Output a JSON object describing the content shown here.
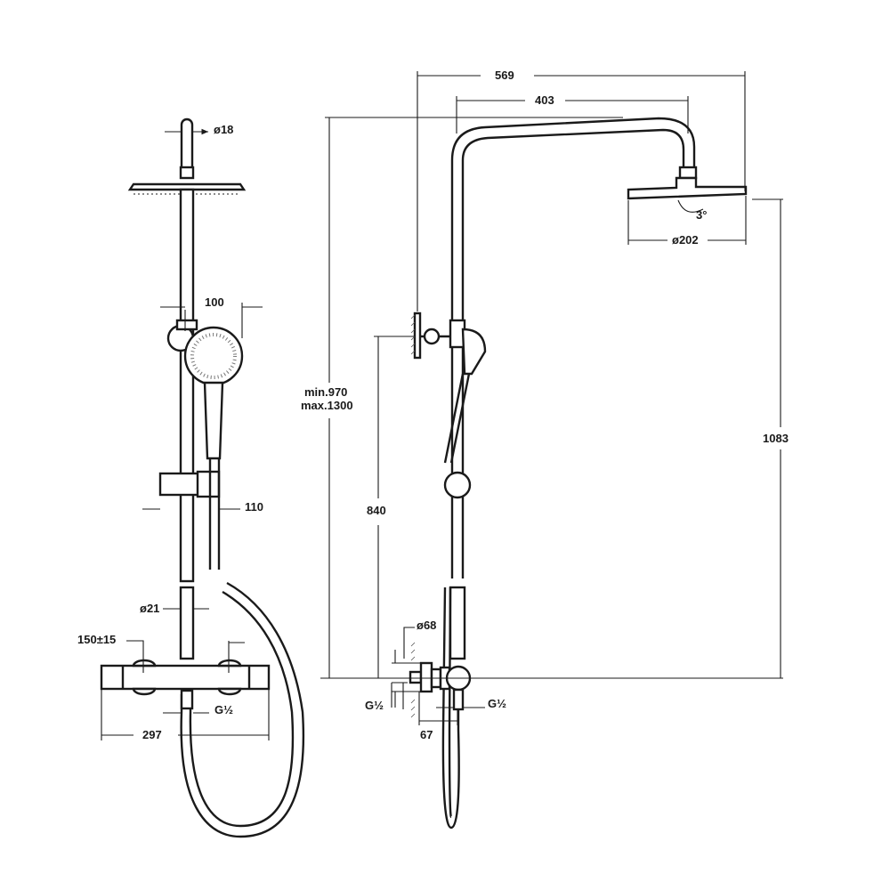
{
  "title": "Shower column technical drawing",
  "front_view": {
    "dim_pipe_diameter": "ø18",
    "dim_handshower_width": "100",
    "dim_holder_offset": "110",
    "dim_riser_diameter": "ø21",
    "dim_inlet_spacing": "150±15",
    "dim_outlet_thread": "G½",
    "dim_mixer_width": "297"
  },
  "side_view": {
    "dim_total_projection": "569",
    "dim_arm_projection": "403",
    "dim_head_tilt": "3°",
    "dim_head_diameter": "ø202",
    "dim_height_min": "min.970",
    "dim_height_max": "max.1300",
    "dim_bracket_height": "840",
    "dim_head_height": "1083",
    "dim_flange_diameter": "ø68",
    "dim_inlet_thread": "G½",
    "dim_outlet_thread": "G½",
    "dim_mixer_depth": "67"
  },
  "colors": {
    "line": "#1a1a1a",
    "background": "#ffffff"
  }
}
